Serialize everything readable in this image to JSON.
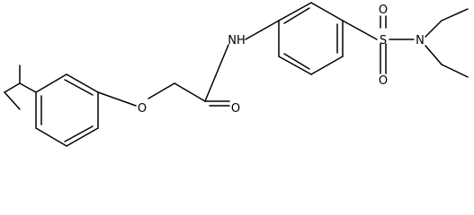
{
  "molecule": {
    "atoms": {
      "nh": "NH",
      "carbonyl_o": "O",
      "ether_o": "O",
      "sulfur": "S",
      "sulfonyl_o_top": "O",
      "sulfonyl_o_bottom": "O",
      "sulfonamide_n": "N"
    }
  }
}
